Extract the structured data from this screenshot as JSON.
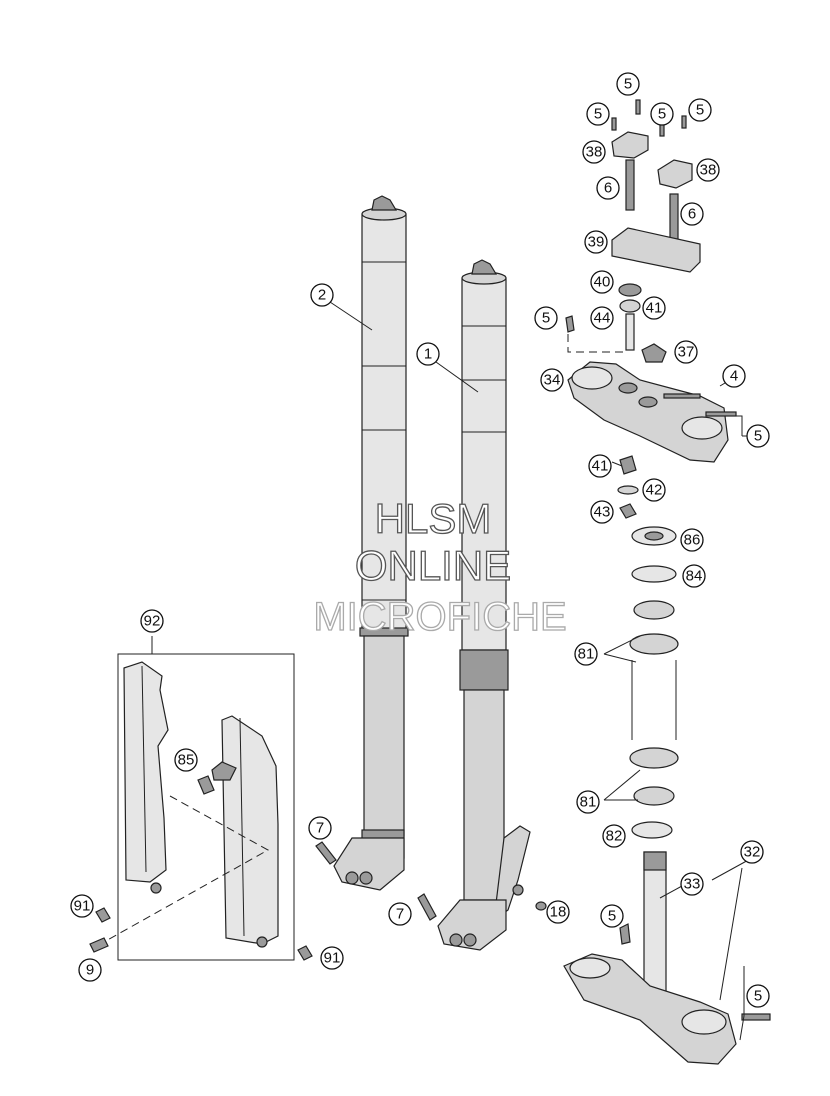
{
  "watermark": {
    "line1": "HLSM",
    "line2": "ONLINE",
    "line3": "MICROFICHE"
  },
  "callouts": {
    "c1": "1",
    "c2": "2",
    "c4": "4",
    "c5a": "5",
    "c5b": "5",
    "c5c": "5",
    "c5d": "5",
    "c5e": "5",
    "c5f": "5",
    "c5g": "5",
    "c5h": "5",
    "c6a": "6",
    "c6b": "6",
    "c7a": "7",
    "c7b": "7",
    "c9": "9",
    "c18": "18",
    "c32": "32",
    "c33": "33",
    "c34": "34",
    "c37": "37",
    "c38a": "38",
    "c38b": "38",
    "c39": "39",
    "c40": "40",
    "c41a": "41",
    "c41b": "41",
    "c42": "42",
    "c43": "43",
    "c44": "44",
    "c81a": "81",
    "c81b": "81",
    "c82": "82",
    "c84": "84",
    "c85": "85",
    "c86": "86",
    "c91a": "91",
    "c91b": "91",
    "c92": "92"
  }
}
